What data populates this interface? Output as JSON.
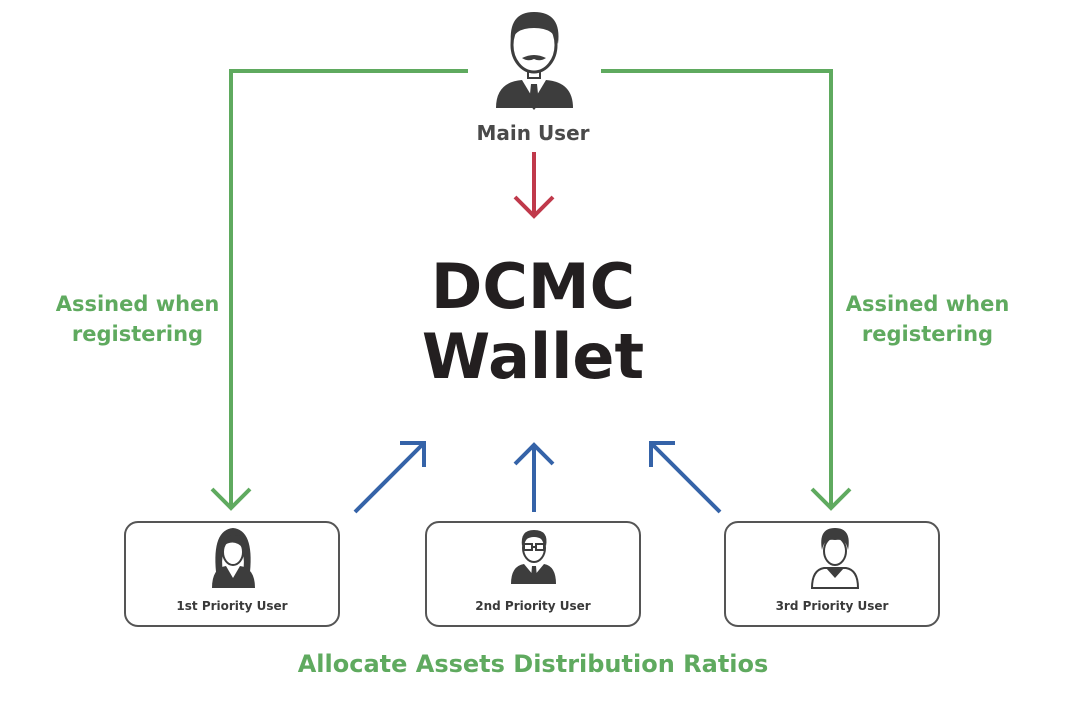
{
  "main_user": {
    "label": "Main User",
    "icon": "businessman-icon"
  },
  "wallet": {
    "line1": "DCMC",
    "line2": "Wallet"
  },
  "assign_left": {
    "line1": "Assined when",
    "line2": "registering"
  },
  "assign_right": {
    "line1": "Assined when",
    "line2": "registering"
  },
  "priority_users": [
    {
      "label": "1st Priority User",
      "icon": "woman-user-icon"
    },
    {
      "label": "2nd Priority User",
      "icon": "glasses-man-icon"
    },
    {
      "label": "3rd Priority User",
      "icon": "young-man-icon"
    }
  ],
  "footer": "Allocate Assets Distribution Ratios",
  "colors": {
    "green": "#5faa5f",
    "red": "#c0394b",
    "blue": "#3563a8",
    "dark": "#231f20",
    "card_border": "#555555"
  }
}
